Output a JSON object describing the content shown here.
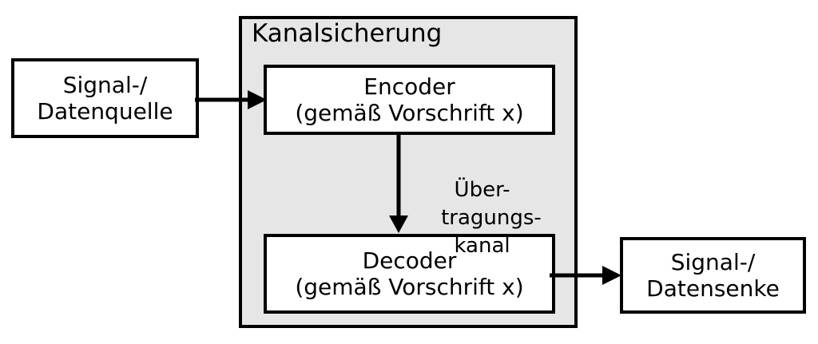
{
  "diagram": {
    "title": "Kanalsicherung",
    "background_color": "#ffffff",
    "group_fill_color": "#e6e6e6",
    "stroke_color": "#000000",
    "nodes": {
      "source": {
        "line1": "Signal-/",
        "line2": "Datenquelle"
      },
      "encoder": {
        "line1": "Encoder",
        "line2": "(gemäß Vorschrift x)"
      },
      "decoder": {
        "line1": "Decoder",
        "line2": "(gemäß Vorschrift x)"
      },
      "sink": {
        "line1": "Signal-/",
        "line2": "Datensenke"
      }
    },
    "edges": {
      "source_to_encoder": {
        "label": "",
        "icon": "arrow-right-icon"
      },
      "encoder_to_decoder": {
        "label_line1": "Über-",
        "label_line2": "tragungs-",
        "label_line3": "kanal",
        "icon": "arrow-down-icon"
      },
      "decoder_to_sink": {
        "label": "",
        "icon": "arrow-right-icon"
      }
    }
  }
}
